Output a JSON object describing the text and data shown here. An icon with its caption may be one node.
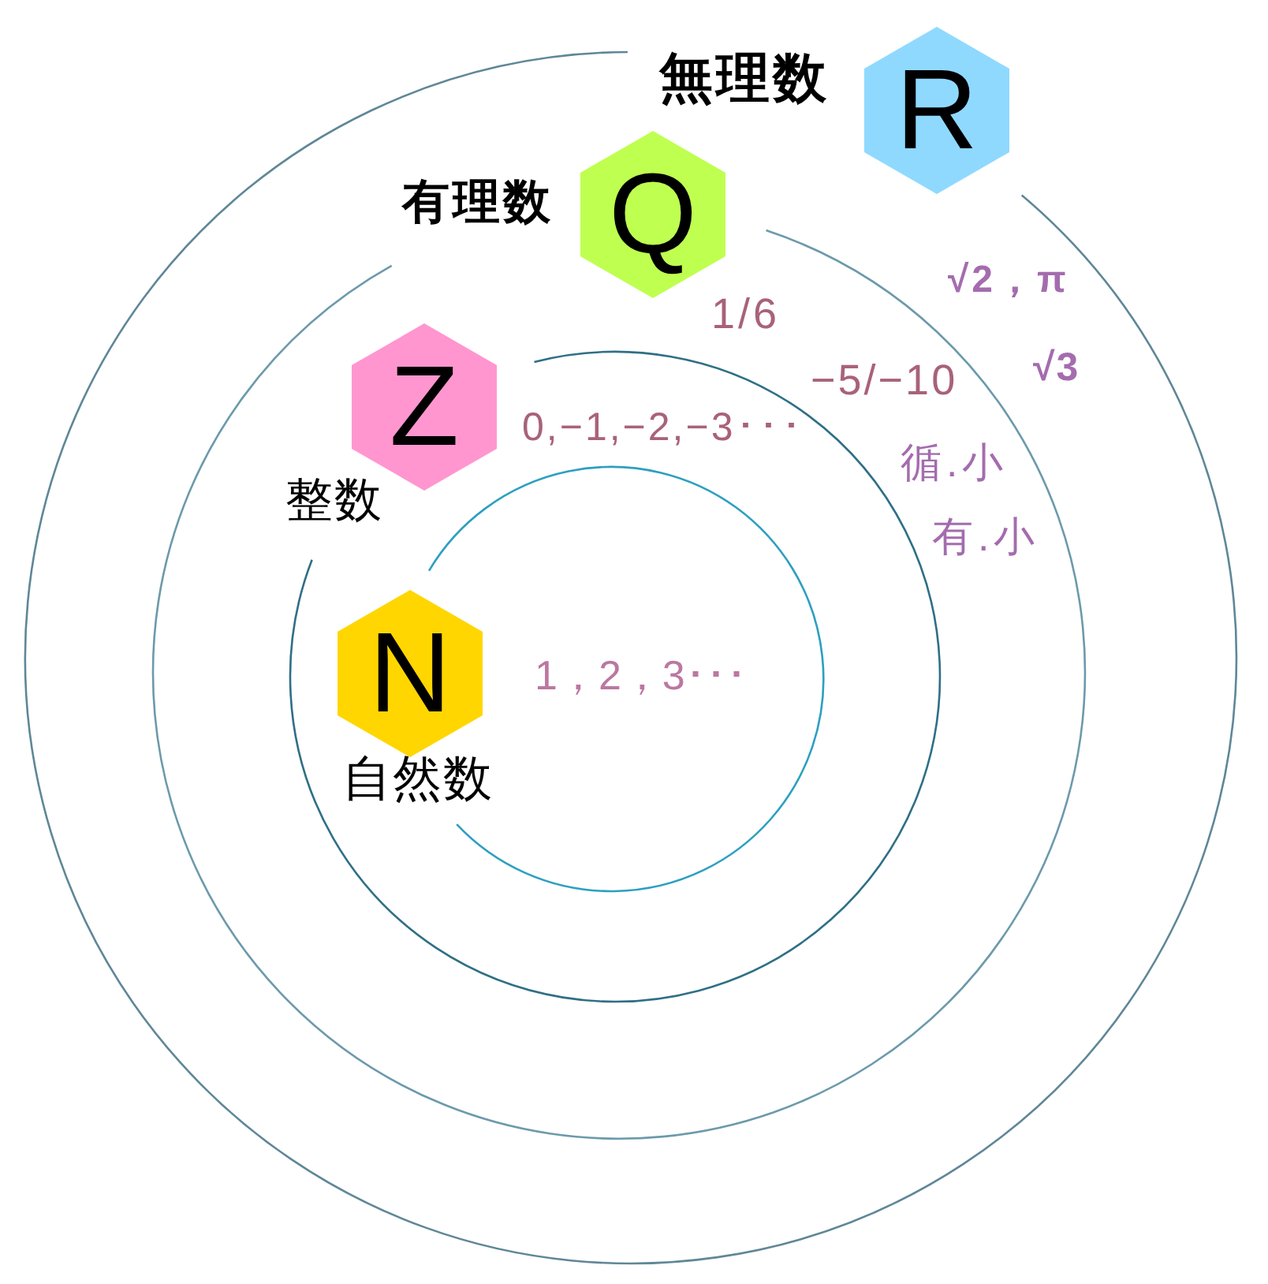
{
  "diagram": {
    "nodes": [
      {
        "text": [],
        "shape": "circle"
      },
      {
        "text": [
          "R"
        ],
        "beside": [
          "無理数"
        ]
      },
      {
        "text": [],
        "shape": "circle",
        "in": 0
      },
      {
        "text": [
          "Q"
        ],
        "beside": [
          "有理数"
        ],
        "in": 0
      },
      {
        "text": [],
        "shape": "circle",
        "in": 2
      },
      {
        "text": [
          "Z"
        ],
        "beside": [
          "整数"
        ],
        "in": 2
      },
      {
        "text": [],
        "shape": "circle",
        "in": 4
      },
      {
        "text": [
          "N"
        ],
        "beside": [
          "自然数"
        ],
        "in": 4
      }
    ],
    "labels": [
      "√2，π",
      "1/6",
      "√3",
      "−5/−10",
      "0,−1,−2,−3･･･",
      "循.小",
      "有.小",
      "1，2，3･･･"
    ]
  }
}
